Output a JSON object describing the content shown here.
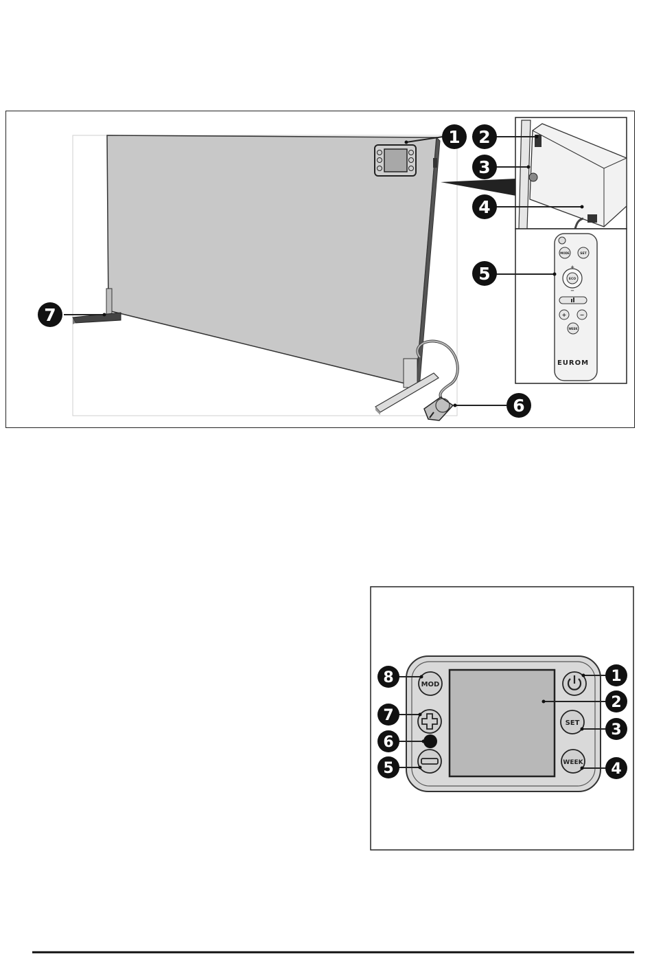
{
  "figure1": {
    "callouts": [
      "1",
      "2",
      "3",
      "4",
      "5",
      "6",
      "7"
    ]
  },
  "remote": {
    "buttons": {
      "mode": "MODE",
      "set": "SET",
      "eco": "ECO",
      "plus": "+",
      "minus": "−",
      "up": "+",
      "down": "−",
      "week": "WEEK"
    },
    "brand": "EUROM"
  },
  "figure2": {
    "callouts": [
      "1",
      "2",
      "3",
      "4",
      "5",
      "6",
      "7",
      "8"
    ],
    "buttons": {
      "mod": "MOD",
      "set": "SET",
      "week": "WEEK"
    }
  }
}
